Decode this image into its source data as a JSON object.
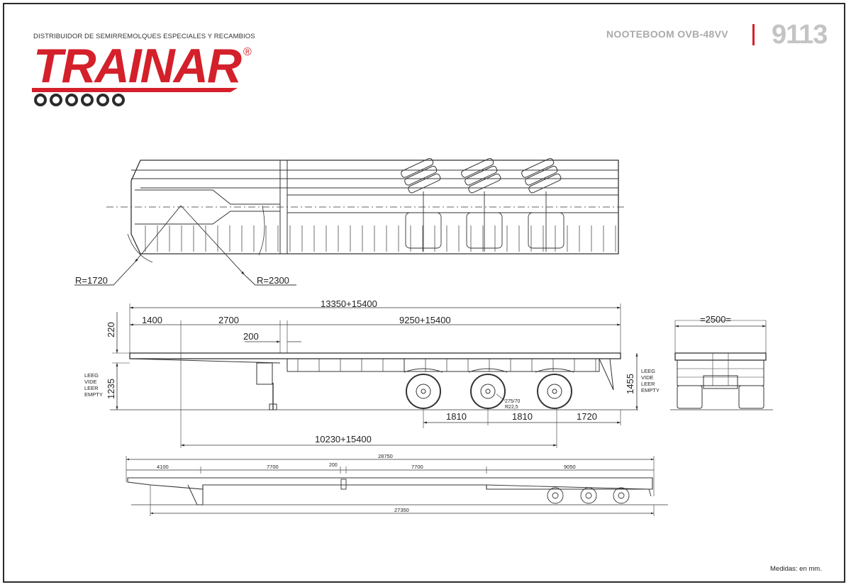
{
  "header": {
    "tagline": "DISTRIBUIDOR DE SEMIRREMOLQUES ESPECIALES Y RECAMBIOS",
    "brand": "TRAINAR",
    "registered": "®",
    "model": "NOOTEBOOM OVB-48VV",
    "code": "9113"
  },
  "brand_colors": {
    "accent": "#d4202a",
    "dark": "#2b2b2b",
    "gray": "#aaaaaa"
  },
  "top_view": {
    "radius_front": "R=1720",
    "radius_rear": "R=2300"
  },
  "side_view": {
    "total_length": "13350+15400",
    "seg_front": "1400",
    "seg_neck": "2700",
    "seg_gap": "200",
    "seg_deck": "9250+15400",
    "front_height": "220",
    "deck_height": "1235",
    "rear_height": "1455",
    "empty_label_left": [
      "LEEG",
      "VIDE",
      "LEER",
      "EMPTY"
    ],
    "empty_label_right": [
      "LEEG",
      "VIDE",
      "LEER",
      "EMPTY"
    ],
    "axle_spacing_1": "1810",
    "axle_spacing_2": "1810",
    "rear_overhang": "1720",
    "tyre_size_1": "275/70",
    "tyre_size_2": "R22,5",
    "kingpin_to_axle": "10230+15400"
  },
  "rear_view": {
    "width": "=2500="
  },
  "extended_view": {
    "total_top": "28750",
    "seg_1": "4100",
    "seg_2": "7700",
    "seg_3": "200",
    "seg_4": "7700",
    "seg_5": "9050",
    "total_bottom": "27350"
  },
  "footer": {
    "units_note": "Medidas: en mm."
  }
}
